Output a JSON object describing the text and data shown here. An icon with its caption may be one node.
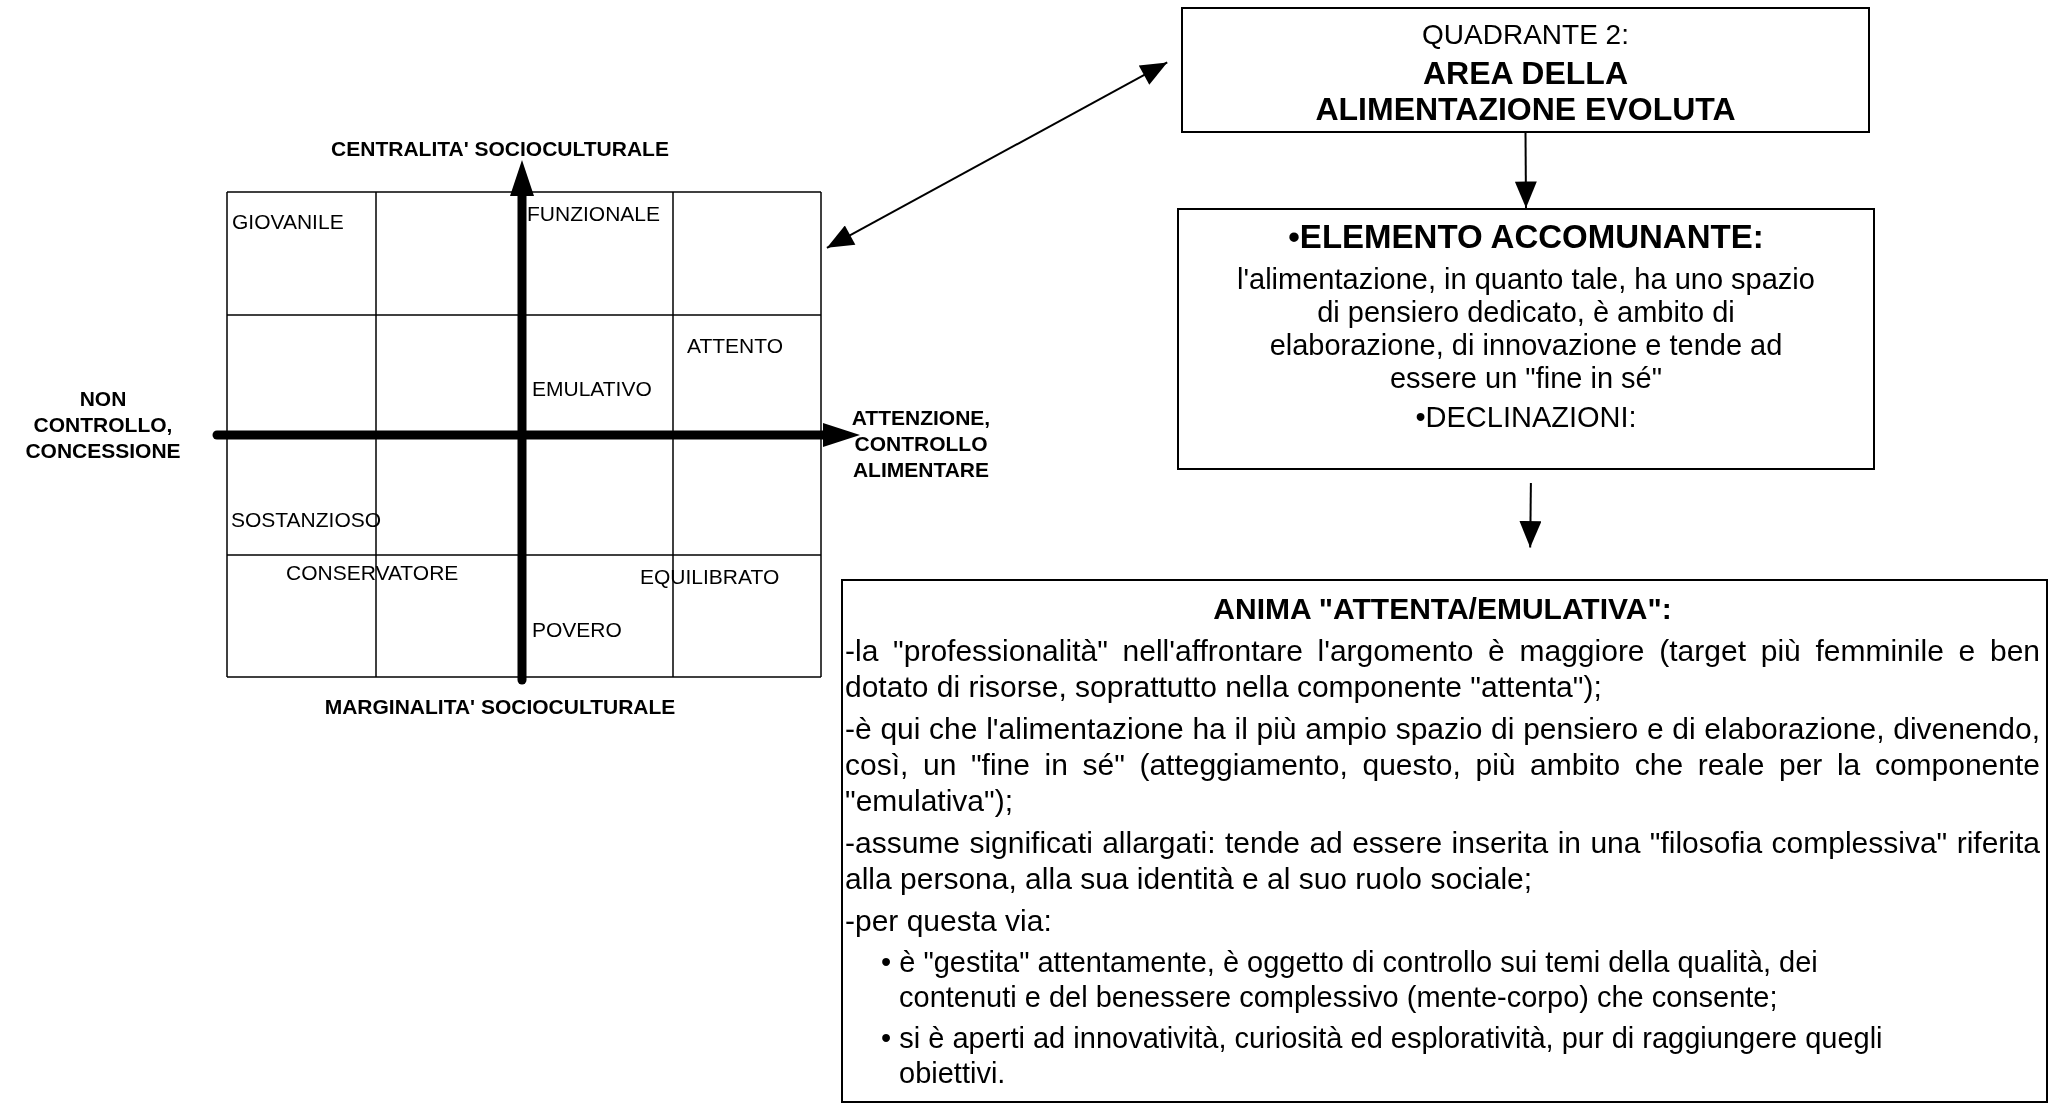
{
  "diagram": {
    "nodes": [
      {
        "text": [
          "GIOVANILE",
          "FUNZIONALE",
          "ATTENTO",
          "EMULATIVO",
          "SOSTANZIOSO",
          "CONSERVATORE",
          "EQUILIBRATO",
          "POVERO"
        ]
      },
      {
        "text": [
          "QUADRANTE 2:",
          "AREA DELLA ALIMENTAZIONE EVOLUTA"
        ]
      },
      {
        "text": [
          "•ELEMENTO ACCOMUNANTE:",
          "l'alimentazione, in quanto tale, ha uno spazio di pensiero dedicato, è ambito di elaborazione, di innovazione e tende ad essere un \"fine in sé\"",
          "•DECLINAZIONI:"
        ]
      },
      {
        "text": [
          "ANIMA \"ATTENTA/EMULATIVA\":",
          "-la \"professionalità\" nell'affrontare l'argomento è maggiore (target più femminile e ben dotato di risorse, soprattutto nella componente \"attenta\");",
          "-è qui che l'alimentazione ha il più ampio spazio di pensiero e di elaborazione, divenendo, così, un \"fine in sé\" (atteggiamento, questo, più ambito che reale per la componente \"emulativa\");",
          "-assume significati allargati: tende ad essere inserita in una \"filosofia complessiva\" riferita alla persona, alla sua identità e al suo ruolo sociale;",
          "-per questa via:",
          "• è \"gestita\" attentamente, è oggetto di controllo sui temi della qualità, dei contenuti e del benessere complessivo (mente-corpo) che consente;",
          "• si è aperti ad innovatività, curiosità ed esploratività, pur di raggiungere quegli obiettivi."
        ]
      }
    ],
    "edges": [
      {
        "from": 0,
        "to": 1,
        "arrow": "both"
      },
      {
        "from": 1,
        "to": 2,
        "arrow": "to"
      },
      {
        "from": 2,
        "to": 3,
        "arrow": "to"
      }
    ],
    "labels": [
      "CENTRALITA' SOCIOCULTURALE",
      "NON CONTROLLO, CONCESSIONE",
      "ATTENZIONE, CONTROLLO ALIMENTARE",
      "MARGINALITA' SOCIOCULTURALE"
    ]
  }
}
